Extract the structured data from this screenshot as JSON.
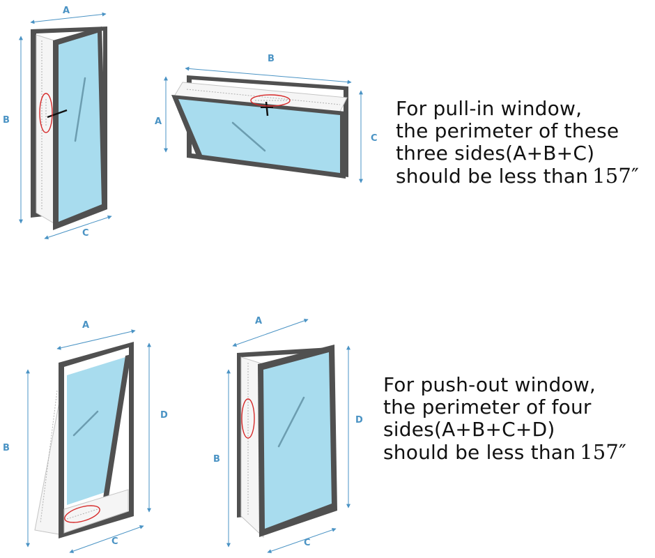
{
  "diagrams": [
    {
      "labels": {
        "A": "A",
        "B": "B",
        "C": "C"
      }
    },
    {
      "labels": {
        "A": "A",
        "B": "B",
        "C": "C"
      }
    },
    {
      "labels": {
        "A": "A",
        "B": "B",
        "C": "C",
        "D": "D"
      }
    },
    {
      "labels": {
        "A": "A",
        "B": "B",
        "C": "C",
        "D": "D"
      }
    }
  ],
  "captions": {
    "pull_in": {
      "lines": [
        "For pull-in window,",
        "the perimeter of these",
        "three sides(A+B+C)",
        "should be less than"
      ],
      "value": "157″"
    },
    "push_out": {
      "lines": [
        "For push-out window,",
        "the perimeter of four",
        "sides(A+B+C+D)",
        "should be less than"
      ],
      "value": "157″"
    }
  },
  "colors": {
    "dimension": "#4a93c4",
    "frame": "#505050",
    "glass": "#a8dcee",
    "highlight": "#d62828"
  }
}
